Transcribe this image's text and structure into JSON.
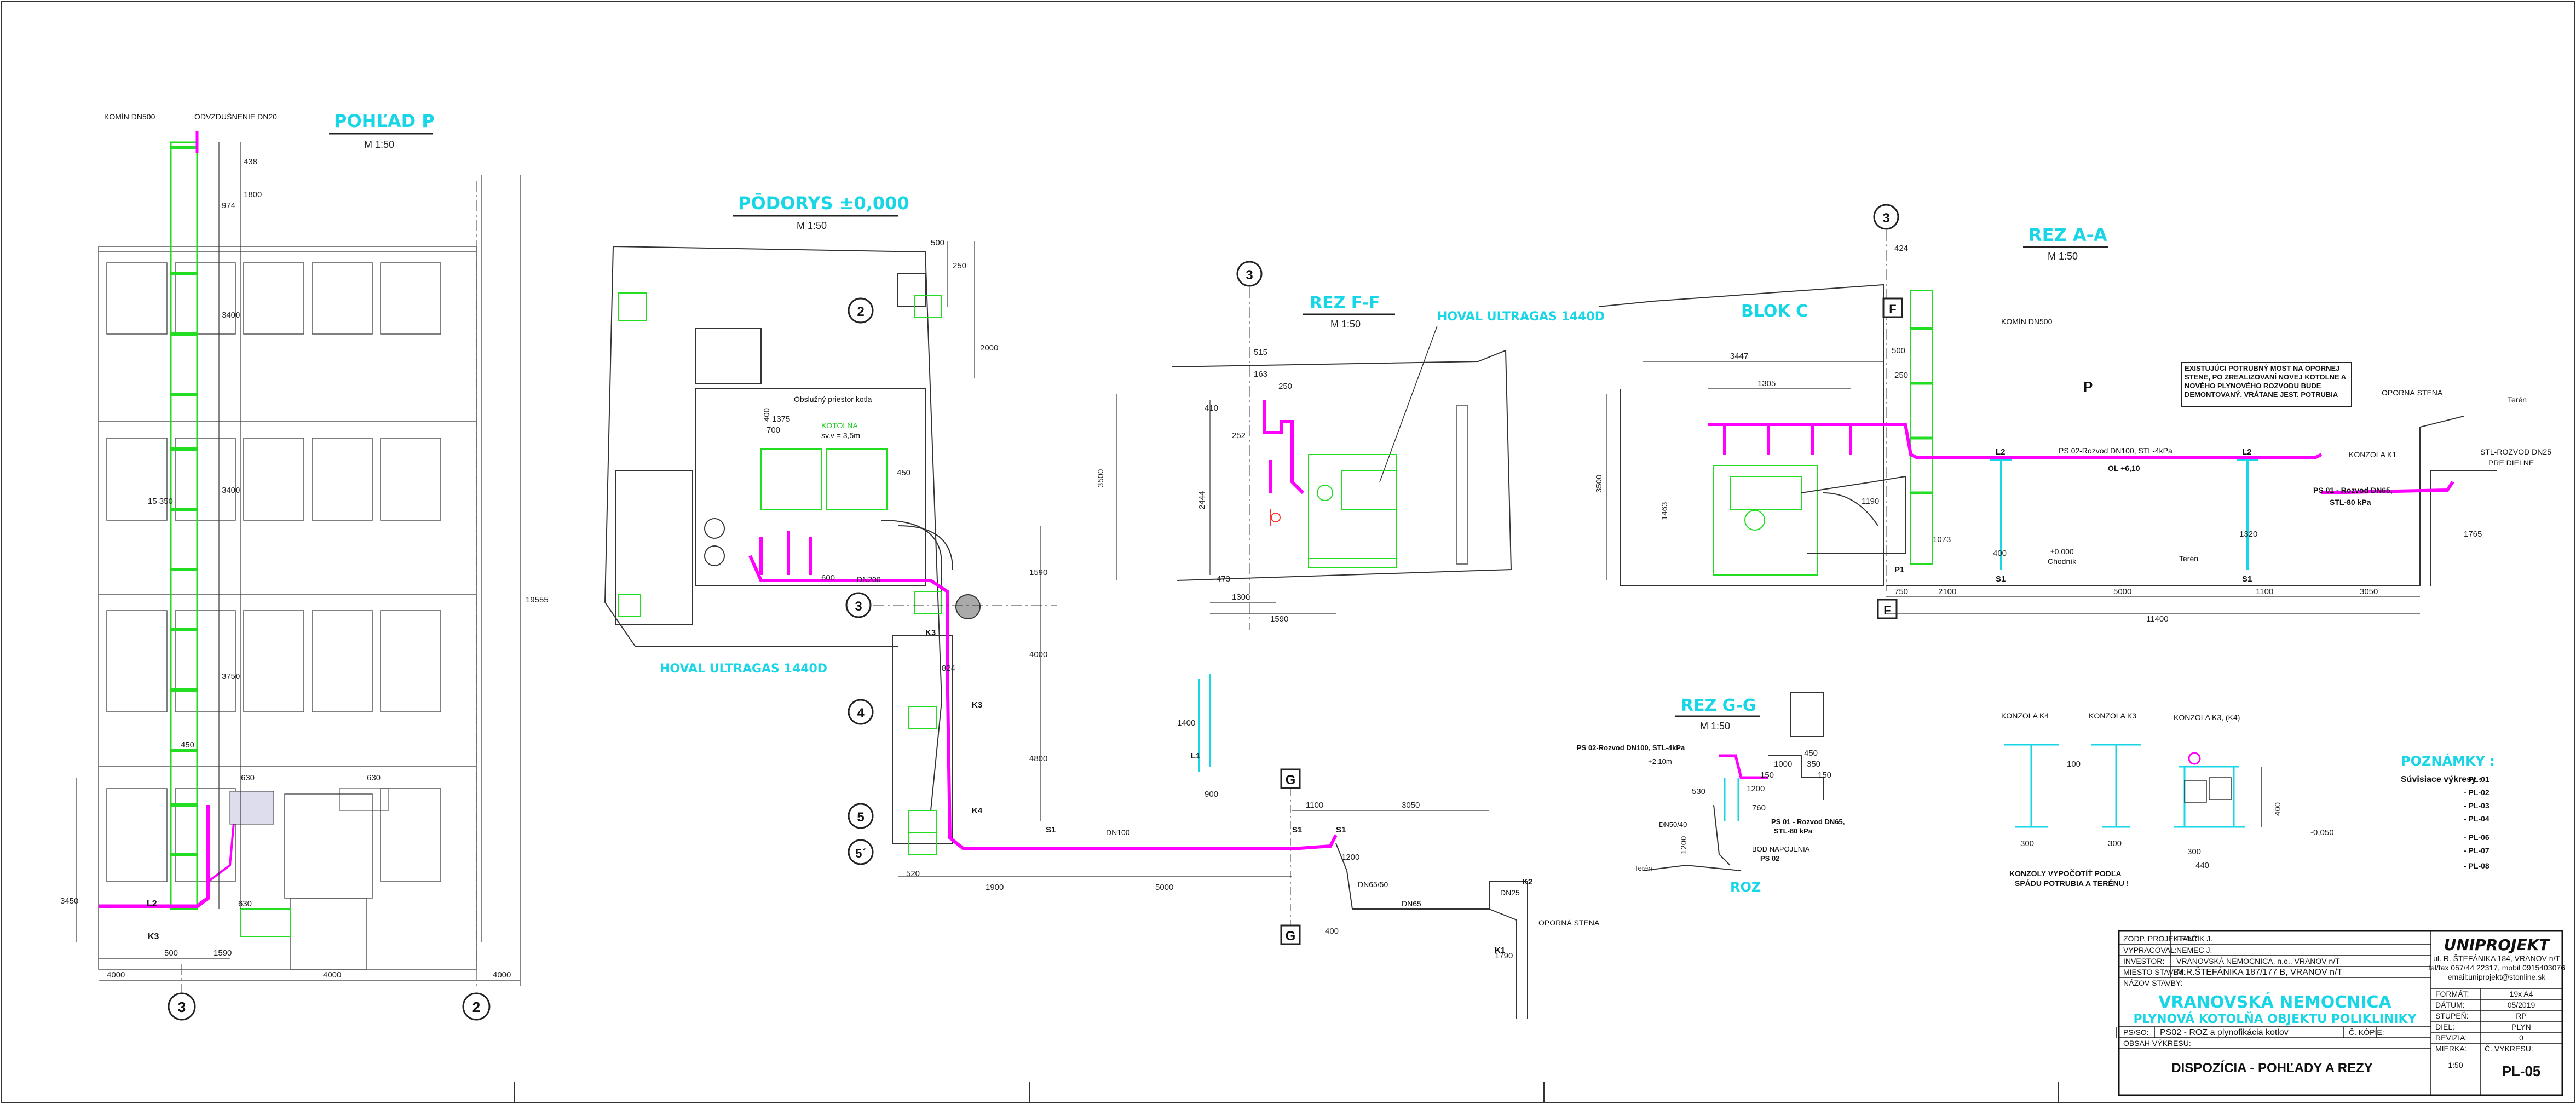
{
  "colors": {
    "accent_cyan": "#19d6e6",
    "gas_pipe": "#ff00ff",
    "steel_green": "#22dd22",
    "line": "#222222",
    "grid": "#555555"
  },
  "views": {
    "pohlad_p": {
      "title": "POHĽAD  P",
      "scale": "M 1:50",
      "labels": {
        "kominn": "KOMÍN DN500",
        "odvzd": "ODVZDUŠNENIE DN20"
      },
      "dims": [
        "438",
        "1800",
        "974",
        "3400",
        "3400",
        "15 350",
        "3750",
        "3450",
        "19555",
        "4000",
        "4000",
        "4000",
        "500",
        "1590",
        "630",
        "630",
        "630",
        "450"
      ],
      "axis_left": "3",
      "axis_right": "2",
      "marks": [
        "L2",
        "K3"
      ]
    },
    "podorys": {
      "title": "PŌDORYS  ±0,000",
      "scale": "M 1:50",
      "labels": {
        "obsluzny": "Obslužný priestor kotla",
        "kotolna": "KOTOLŇA",
        "kotolna_h": "sv.v = 3,5m",
        "hoval": "HOVAL ULTRAGAS 1440D",
        "dn200": "DN200",
        "dn100": "DN100",
        "dn6550": "DN65/50",
        "dn65": "DN65",
        "dn25": "DN25",
        "oporna": "OPORNÁ STENA"
      },
      "axes": [
        "2",
        "3",
        "4",
        "5",
        "5´"
      ],
      "marks": [
        "K3",
        "K3",
        "K4",
        "S1",
        "S1",
        "S1",
        "K1",
        "K2",
        "G",
        "G",
        "L1"
      ],
      "dims": [
        "500",
        "250",
        "2000",
        "450",
        "1590",
        "4000",
        "4800",
        "1900",
        "5000",
        "1100",
        "3050",
        "1400",
        "1200",
        "600",
        "700",
        "400",
        "824",
        "1375",
        "1790",
        "900",
        "520",
        "400"
      ]
    },
    "rez_ff": {
      "title": "REZ  F-F",
      "scale": "M 1:50",
      "hoval": "HOVAL ULTRAGAS 1440D",
      "axis": "3",
      "dims": [
        "3500",
        "2444",
        "1300",
        "1590",
        "473",
        "515",
        "163",
        "252",
        "410",
        "250"
      ]
    },
    "rez_aa": {
      "title": "REZ  A-A",
      "scale": "M 1:50",
      "blok": "BLOK C",
      "p": "P",
      "axis": "3",
      "marks": [
        "F",
        "F",
        "L2",
        "L2",
        "S1",
        "S1",
        "P1"
      ],
      "labels": {
        "kominn": "KOMÍN DN500",
        "ps02": "PS 02-Rozvod DN100, STL-4kPa",
        "ol": "OL +6,10",
        "ps01": "PS 01 - Rozvod DN65,",
        "ps01b": "STL-80 kPa",
        "konzola": "KONZOLA K1",
        "stl": "STL-ROZVOD DN25",
        "stl2": "PRE DIELNE",
        "oporna": "OPORNÁ STENA",
        "teren": "Terén",
        "teren2": "Terén",
        "chodnik": "Chodník",
        "kota": "±0,000"
      },
      "note": "EXISTUJÚCI POTRUBNÝ MOST NA OPORNEJ STENE, PO ZREALIZOVANÍ NOVEJ KOTOLNE A NOVÉHO PLYNOVÉHO ROZVODU BUDE DEMONTOVANÝ, VRÁTANE JEST. POTRUBIA",
      "dims": [
        "3447",
        "1305",
        "3500",
        "1463",
        "1190",
        "1073",
        "750",
        "2100",
        "5000",
        "1100",
        "3050",
        "11400",
        "1320",
        "1765",
        "424",
        "500",
        "250",
        "400"
      ]
    },
    "rez_gg": {
      "title": "REZ  G-G",
      "scale": "M 1:50",
      "roz": "ROZ",
      "labels": {
        "ps02": "PS 02-Rozvod DN100, STL-4kPa",
        "kota": "+2,10m",
        "ps01": "PS 01 - Rozvod DN65,",
        "ps01b": "STL-80 kPa",
        "bod": "BOD NAPOJENIA",
        "ps02b": "PS 02",
        "teren": "Terén",
        "dn": "DN50/40"
      },
      "dims": [
        "1200",
        "1000",
        "450",
        "350",
        "150",
        "1200",
        "530",
        "760",
        "150"
      ]
    },
    "konzoly": {
      "k4": "KONZOLA K4",
      "k3": "KONZOLA K3",
      "k3k4": "KONZOLA K3, (K4)",
      "note1": "KONZOLY VYPOČOTÍŤ PODĽA",
      "note2": "SPÁDU POTRUBIA A TERÉNU !",
      "dims": [
        "300",
        "300",
        "300",
        "440",
        "400",
        "100",
        "-0,050"
      ]
    },
    "poznamky": {
      "title": "POZNÁMKY :",
      "subtitle": "Súvisiace výkresy :",
      "items": [
        "- PL-01",
        "- PL-02",
        "- PL-03",
        "- PL-04",
        "- PL-06",
        "- PL-07",
        "- PL-08"
      ]
    }
  },
  "title_block": {
    "rows": [
      {
        "label": "ZODP. PROJEKTANT:",
        "value": "FENČÍK J."
      },
      {
        "label": "VYPRACOVAL:",
        "value": "NEMEC J."
      },
      {
        "label": "INVESTOR:",
        "value": "VRANOVSKÁ NEMOCNICA, n.o., VRANOV n/T"
      },
      {
        "label": "MIESTO STAVBY:",
        "value": "M.R.ŠTEFÁNIKA 187/177 B, VRANOV n/T"
      }
    ],
    "nazov_label": "NÁZOV STAVBY:",
    "nazov_1": "VRANOVSKÁ NEMOCNICA",
    "nazov_2": "PLYNOVÁ KOTOLŇA OBJEKTU POLIKLINIKY",
    "ps_label": "PS/SO:",
    "ps_value": "PS02 - ROZ a plynofikácia kotlov",
    "kopie_label": "Č. KÓPIE:",
    "obsah_label": "OBSAH VÝKRESU:",
    "obsah_value": "DISPOZÍCIA - POHĽADY A REZY",
    "company": "UNIPROJEKT",
    "company_lines": [
      "ul. R. ŠTEFÁNIKA 184, VRANOV n/T",
      "tel/fax 057/44 22317, mobil 0915403076",
      "email:uniprojekt@stonline.sk"
    ],
    "right_rows": [
      {
        "label": "FORMÁT:",
        "value": "19x A4"
      },
      {
        "label": "DÁTUM:",
        "value": "05/2019"
      },
      {
        "label": "STUPEŇ:",
        "value": "RP"
      },
      {
        "label": "DIEL:",
        "value": "PLYN"
      },
      {
        "label": "REVÍZIA:",
        "value": "0"
      }
    ],
    "mierka_label": "MIERKA:",
    "mierka_value": "1:50",
    "cislo_label": "Č. VÝKRESU:",
    "cislo_value": "PL-05"
  }
}
